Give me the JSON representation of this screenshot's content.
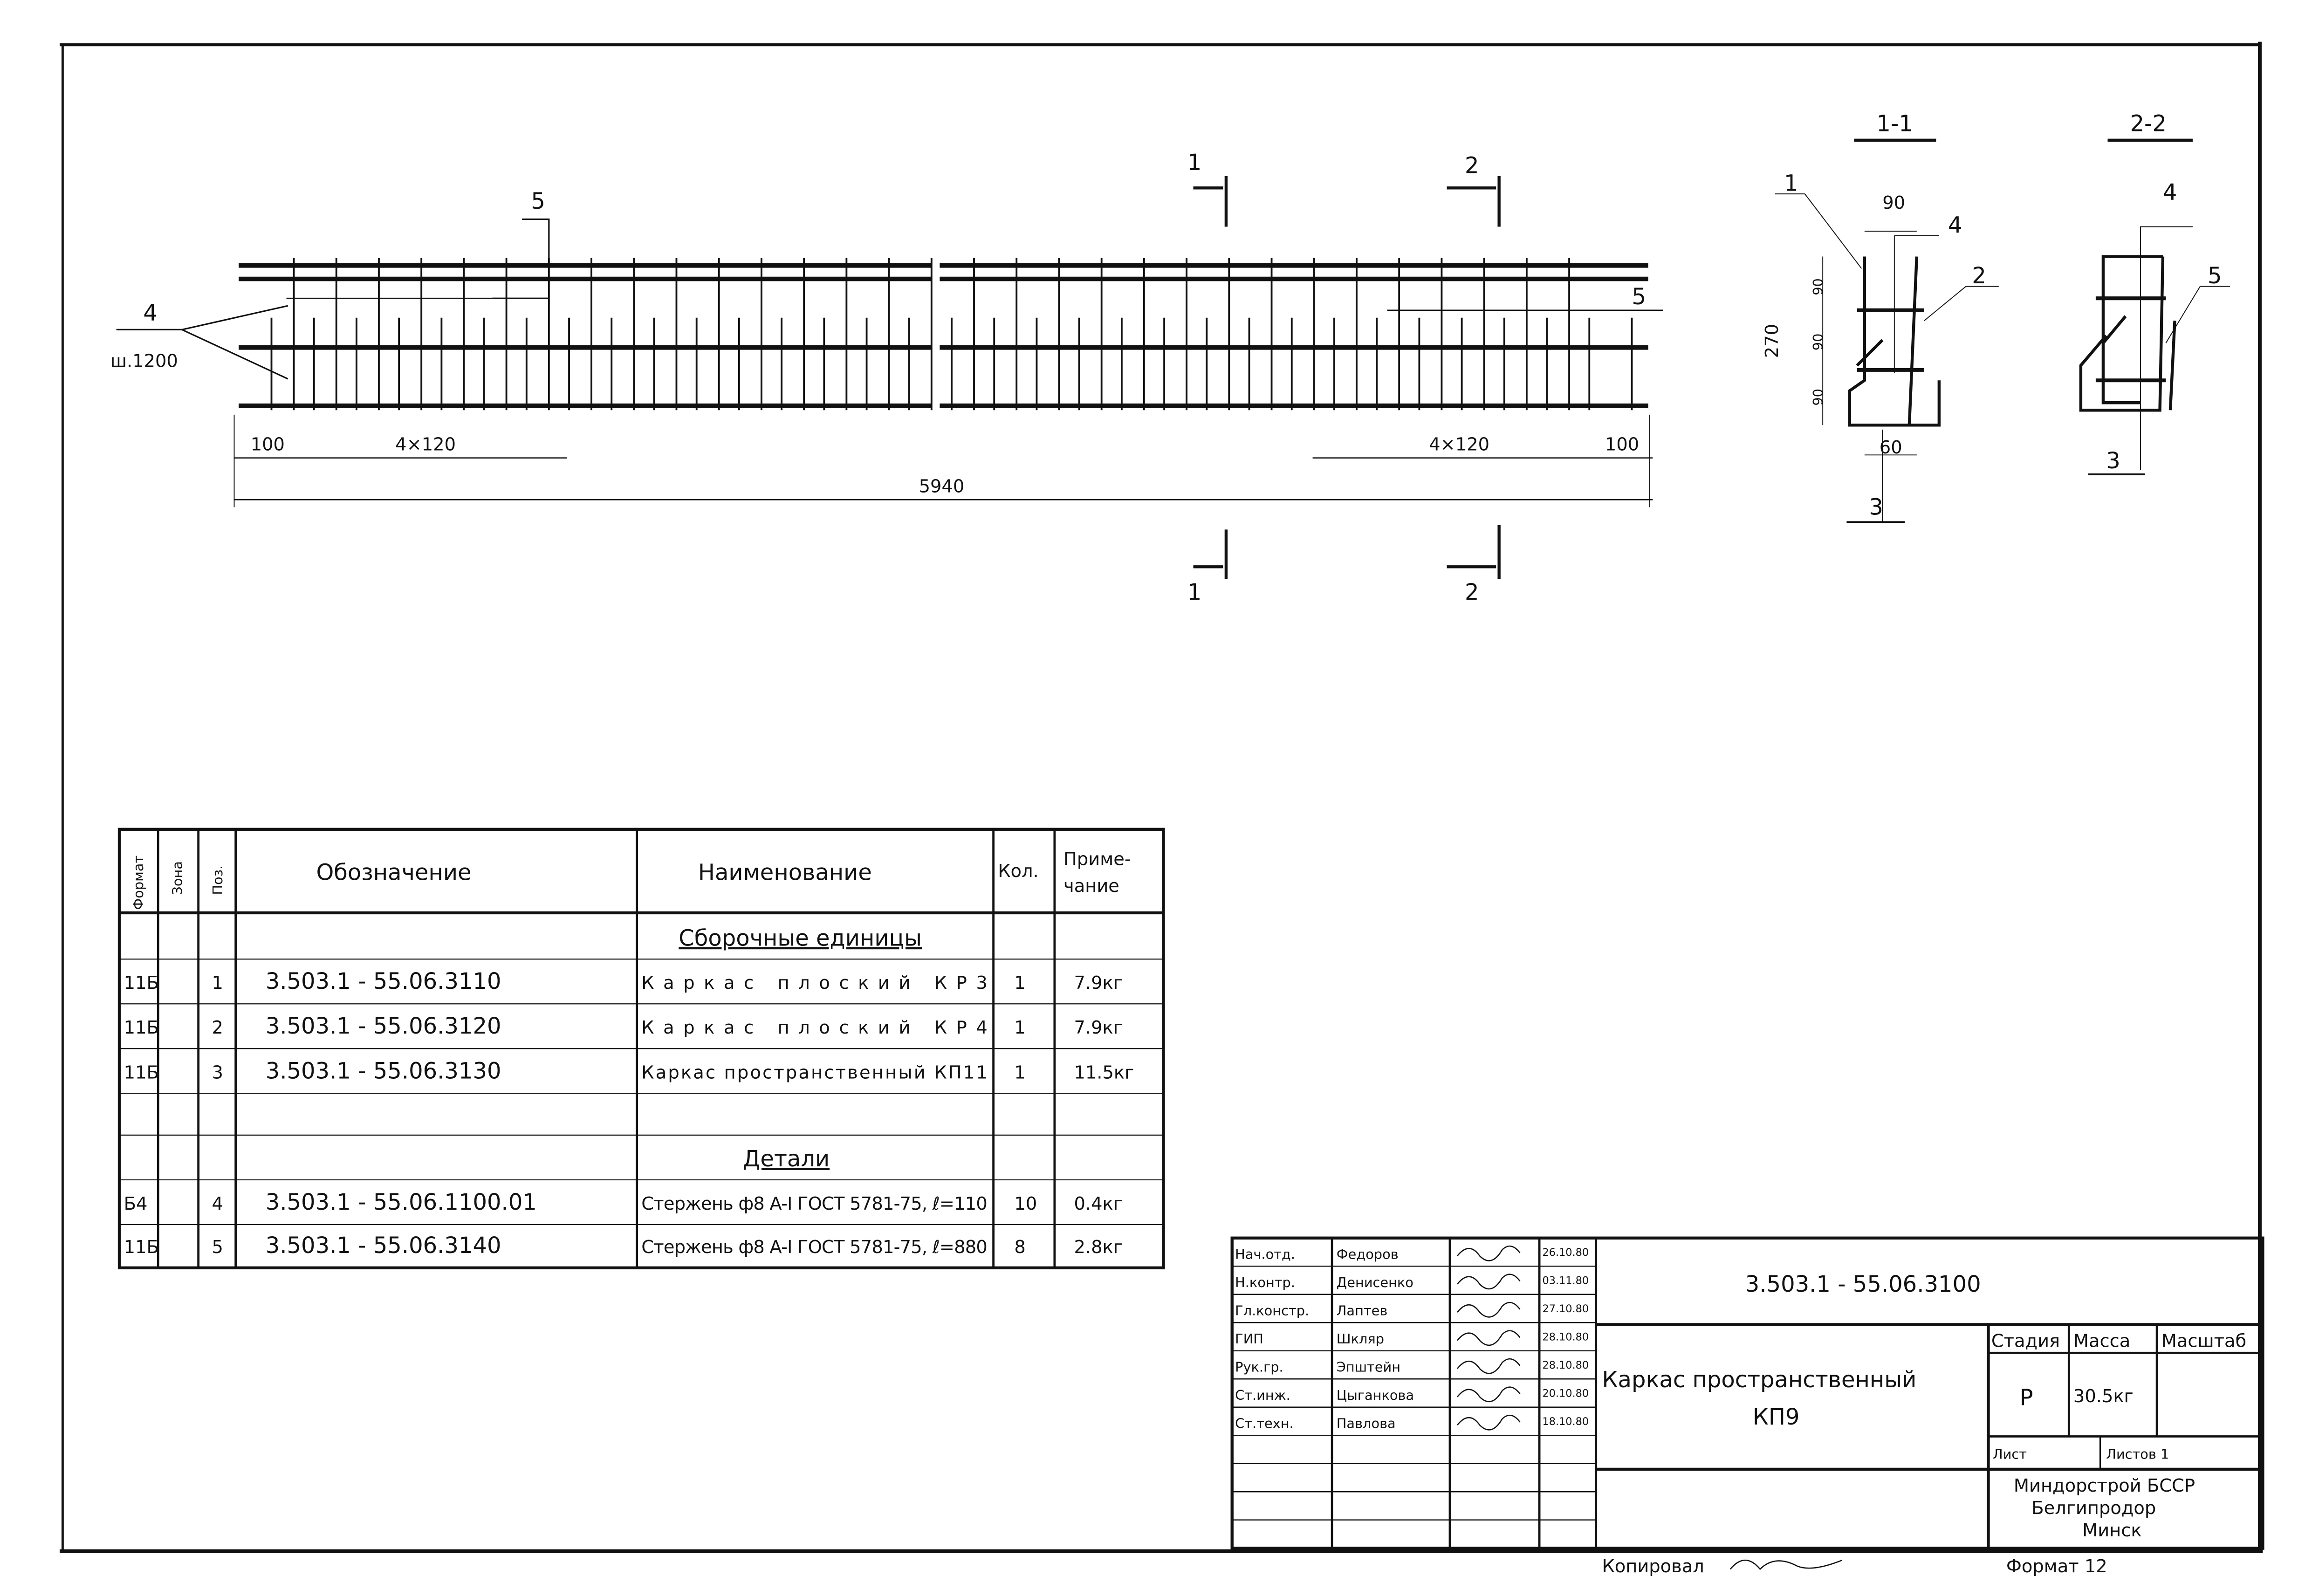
{
  "elevation": {
    "pos5_label": "5",
    "pos4_label": "4",
    "pos4_spacing": "ш.1200",
    "pos5_right_label": "5",
    "dim_left_end": "100",
    "dim_left_spacing": "4×120",
    "dim_total": "5940",
    "dim_right_spacing": "4×120",
    "dim_right_end": "100",
    "cut1_label": "1",
    "cut2_label": "2"
  },
  "section_1": {
    "title": "1-1",
    "labels": [
      "1",
      "4",
      "2",
      "3"
    ],
    "dims": [
      "90",
      "270",
      "90",
      "90",
      "90",
      "60"
    ]
  },
  "section_2": {
    "title": "2-2",
    "labels": [
      "4",
      "5",
      "3"
    ]
  },
  "spec_table": {
    "headers": [
      "Формат",
      "Зона",
      "Поз.",
      "Обозначение",
      "Наименование",
      "Кол.",
      "Приме-",
      "чание"
    ],
    "section_assembly": "Сборочные единицы",
    "section_details": "Детали",
    "rows": [
      {
        "format": "11Б",
        "pos": "1",
        "code": "3.503.1 - 55.06.3110",
        "name": "Каркас плоский КР3",
        "qty": "1",
        "note": "7.9кг"
      },
      {
        "format": "11Б",
        "pos": "2",
        "code": "3.503.1 - 55.06.3120",
        "name": "Каркас плоский КР4",
        "qty": "1",
        "note": "7.9кг"
      },
      {
        "format": "11Б",
        "pos": "3",
        "code": "3.503.1 - 55.06.3130",
        "name": "Каркас пространственный КП11",
        "qty": "1",
        "note": "11.5кг"
      },
      {
        "format": "Б4",
        "pos": "4",
        "code": "3.503.1 - 55.06.1100.01",
        "name": "Стержень ф8 A-I ГОСТ 5781-75, ℓ=110",
        "qty": "10",
        "note": "0.4кг"
      },
      {
        "format": "11Б",
        "pos": "5",
        "code": "3.503.1 - 55.06.3140",
        "name": "Стержень ф8 A-I ГОСТ 5781-75, ℓ=880",
        "qty": "8",
        "note": "2.8кг"
      }
    ]
  },
  "title_block": {
    "doc_code": "3.503.1 - 55.06.3100",
    "title_line1": "Каркас пространственный",
    "title_line2": "КП9",
    "stage_label": "Стадия",
    "mass_label": "Масса",
    "scale_label": "Масштаб",
    "stage": "Р",
    "mass": "30.5кг",
    "sheet_label": "Лист",
    "sheets_label": "Листов 1",
    "org_line1": "Миндорстрой БССР",
    "org_line2": "Белгипродор",
    "org_line3": "Минск",
    "signers": [
      {
        "role": "Нач.отд.",
        "name": "Федоров",
        "date": "26.10.80"
      },
      {
        "role": "Н.контр.",
        "name": "Денисенко",
        "date": "03.11.80"
      },
      {
        "role": "Гл.констр.",
        "name": "Лаптев",
        "date": "27.10.80"
      },
      {
        "role": "ГИП",
        "name": "Шкляр",
        "date": "28.10.80"
      },
      {
        "role": "Рук.гр.",
        "name": "Эпштейн",
        "date": "28.10.80"
      },
      {
        "role": "Ст.инж.",
        "name": "Цыганкова",
        "date": "20.10.80"
      },
      {
        "role": "Ст.техн.",
        "name": "Павлова",
        "date": "18.10.80"
      }
    ],
    "copied_label": "Копировал",
    "format_label": "Формат 12"
  }
}
